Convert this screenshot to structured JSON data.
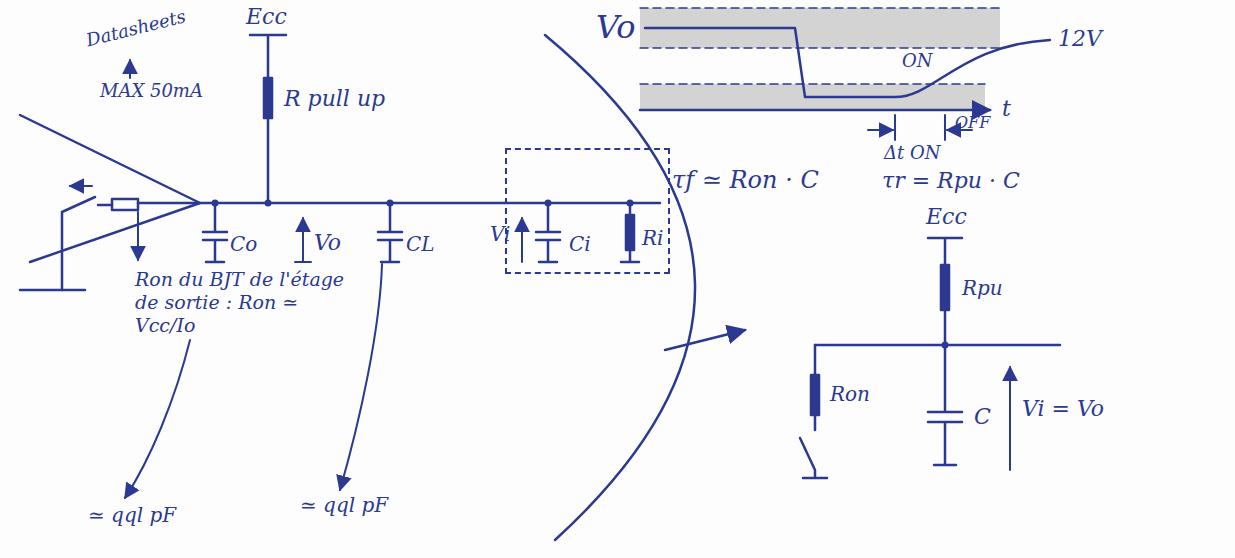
{
  "diagram": {
    "nodes": [
      {
        "text": [
          "Ci",
          "Ri"
        ]
      }
    ],
    "labels": [
      "Ecc",
      "Datasheets",
      "MAX 50mA",
      "R pull up",
      "Co",
      "Vo",
      "CL",
      "Vi",
      "Ron du BJT de l'étage de sortie : Ron ≃ Vcc/Io",
      "≃ qql pF",
      "≃ qql pF",
      "Vo",
      "12V",
      "ON",
      "OFF",
      "t",
      "Δt ON",
      "τf ≃ Ron · C",
      "τr = Rpu · C",
      "Ecc",
      "Rpu",
      "Ron",
      "C",
      "Vi = Vo"
    ]
  }
}
